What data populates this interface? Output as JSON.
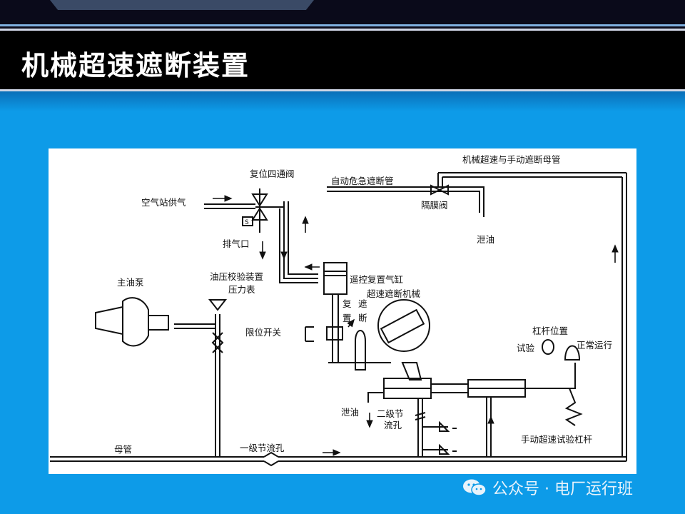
{
  "slide": {
    "title": "机械超速遮断装置"
  },
  "diagram": {
    "labels": {
      "reset_four_way_valve": "复位四通阀",
      "air_station_supply": "空气站供气",
      "exhaust_port": "排气口",
      "s_mark": "S",
      "main_oil_pump": "主油泵",
      "oil_pressure_check_device": "油压校验装置",
      "pressure_gauge": "压力表",
      "remote_reset_cylinder": "遥控复置气缸",
      "overspeed_trip_mechanism": "超速遮断机械",
      "reset_col1": "复",
      "reset_col2": "置",
      "trip_col1": "遮",
      "trip_col2": "断",
      "limit_switch": "限位开关",
      "auto_emergency_trip_pipe": "自动危急遮断管",
      "mech_manual_trip_header": "机械超速与手动遮断母管",
      "diaphragm_valve": "隔膜阀",
      "drain_oil_right": "泄油",
      "lever_position": "杠杆位置",
      "test": "试验",
      "normal_operation": "正常运行",
      "drain_oil_bottom": "泄油",
      "second_stage_orifice_1": "二级节",
      "second_stage_orifice_2": "流孔",
      "manual_overspeed_test_lever": "手动超速试验杠杆",
      "header_pipe": "母管",
      "first_stage_orifice": "一级节流孔"
    }
  },
  "watermark": {
    "text": "公众号 · 电厂运行班",
    "icon": "wechat-icon"
  },
  "colors": {
    "background": "#0d9be8",
    "title_bar": "#000000",
    "title_text": "#ffffff",
    "diagram_line": "#111111"
  }
}
